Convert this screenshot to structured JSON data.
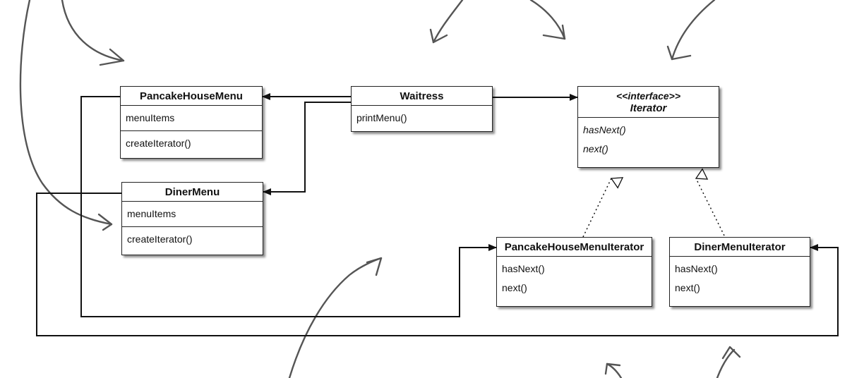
{
  "classes": {
    "pancake_house_menu": {
      "name": "PancakeHouseMenu",
      "attributes": [
        "menuItems"
      ],
      "methods": [
        "createIterator()"
      ]
    },
    "diner_menu": {
      "name": "DinerMenu",
      "attributes": [
        "menuItems"
      ],
      "methods": [
        "createIterator()"
      ]
    },
    "waitress": {
      "name": "Waitress",
      "methods": [
        "printMenu()"
      ]
    },
    "iterator": {
      "stereotype": "<<interface>>",
      "name": "Iterator",
      "methods": [
        "hasNext()",
        "next()"
      ]
    },
    "pancake_house_menu_iterator": {
      "name": "PancakeHouseMenuIterator",
      "methods": [
        "hasNext()",
        "next()"
      ]
    },
    "diner_menu_iterator": {
      "name": "DinerMenuIterator",
      "methods": [
        "hasNext()",
        "next()"
      ]
    }
  },
  "colors": {
    "line": "#111111",
    "sketch": "#555555"
  }
}
